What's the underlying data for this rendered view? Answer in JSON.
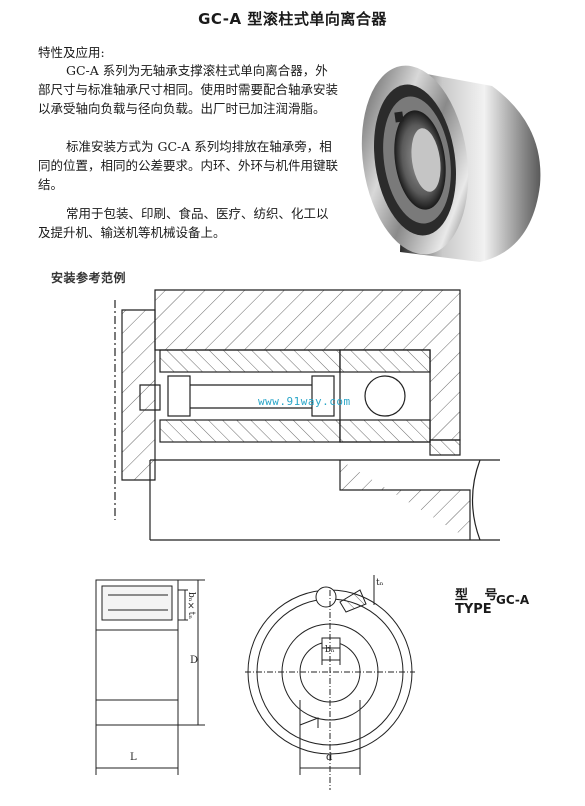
{
  "title": "GC-A 型滚柱式单向离合器",
  "features_heading": "特性及应用:",
  "paragraphs": [
    "GC-A 系列为无轴承支撑滚柱式单向离合器，外部尺寸与标准轴承尺寸相同。使用时需要配合轴承安装 以承受轴向负载与径向负载。出厂时已加注润滑脂。",
    "标准安装方式为 GC-A 系列均排放在轴承旁，相同的位置，相同的公差要求。内环、外环与机件用键联结。",
    "常用于包装、印刷、食品、医疗、纺织、化工以及提升机、输送机等机械设备上。"
  ],
  "install_heading": "安装参考范例",
  "watermark": "www.91way.com",
  "type_label_cn": "型 号",
  "type_label_en": "TYPE",
  "type_value": "GC-A",
  "dimensions": {
    "L": "L",
    "D": "D",
    "d": "d",
    "bn_t": "bₙ×tₙ",
    "tn": "tₙ",
    "bn": "bₙ"
  }
}
